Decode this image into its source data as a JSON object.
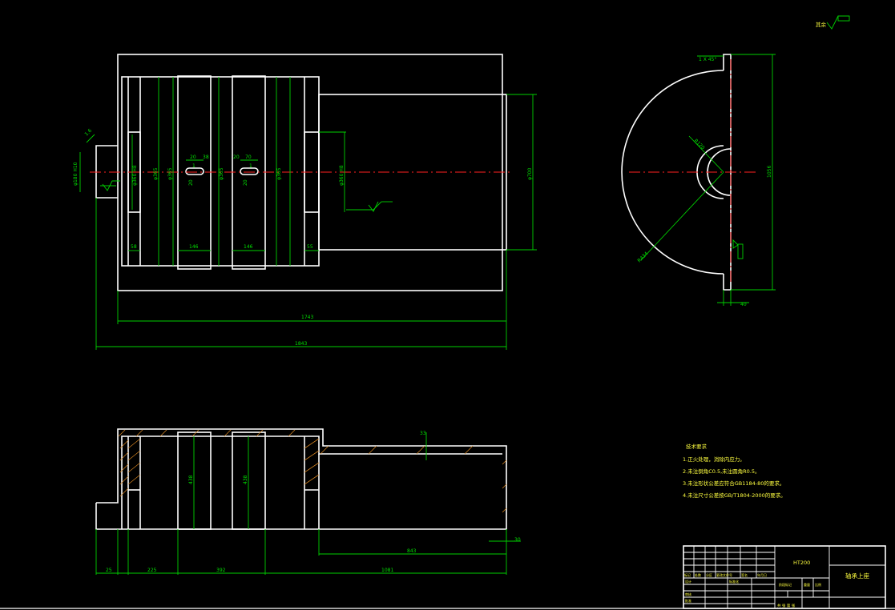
{
  "drawing": {
    "colors": {
      "background": "#000000",
      "outline": "#ffffff",
      "dimension": "#00d000",
      "centerline": "#ff2020",
      "note_text": "#ffff40"
    },
    "top_view": {
      "dim_overall_inner": "1743",
      "dim_overall_outer": "1843",
      "dim_left_shaft": "φ180 H10",
      "dim_left_bore": "φ360 H8",
      "dim_bore_1": "φ365",
      "dim_bore_2": "φ365",
      "dim_bore_3": "φ365",
      "dim_bore_4": "φ365",
      "dim_right_bore": "φ360 H8",
      "dim_right_height": "φ700",
      "dim_slot_w1": "20",
      "dim_slot_w2": "38",
      "dim_slot_w3": "20",
      "dim_slot_w4": "70",
      "dim_slot_h1": "20",
      "dim_slot_h2": "20",
      "dim_slot_c1": "1",
      "dim_slot_c2": "1",
      "dim_width_1": "58",
      "dim_width_2": "146",
      "dim_width_3": "146",
      "dim_width_4": "55",
      "dim_chamfer_left": "1.6"
    },
    "side_view": {
      "dim_chamfer": "1 X 45°",
      "dim_r_small": "R120",
      "dim_r_large": "R434",
      "dim_height": "1056",
      "dim_bottom": "40"
    },
    "section_view": {
      "dim_25": "25",
      "dim_225": "225",
      "dim_392": "392",
      "dim_1081": "1081",
      "dim_843": "843",
      "dim_30": "30",
      "dim_33": "33",
      "dim_438a": "438",
      "dim_438b": "438"
    },
    "roughness_top_right": "其余",
    "tech_notes": {
      "title": "技术要求",
      "items": [
        "1.正火处理，消除内应力。",
        "2.未注倒角C0.5,未注圆角R0.5。",
        "3.未注形状公差应符合GB1184-80的要求。",
        "4.未注尺寸公差按GB/T1804-2000的要求。"
      ]
    },
    "title_block": {
      "material": "HT200",
      "part_name": "轴承上座",
      "row_labels": [
        "标记",
        "处数",
        "分区",
        "更改文件号",
        "签名",
        "年月日"
      ],
      "design_label": "设计",
      "std_label": "标准化",
      "stage_label": "阶段标记",
      "weight_label": "重量",
      "ratio_label": "比例",
      "audit_label": "审核",
      "approve_label": "批准",
      "sheet_label": "共 张 第 张"
    }
  }
}
